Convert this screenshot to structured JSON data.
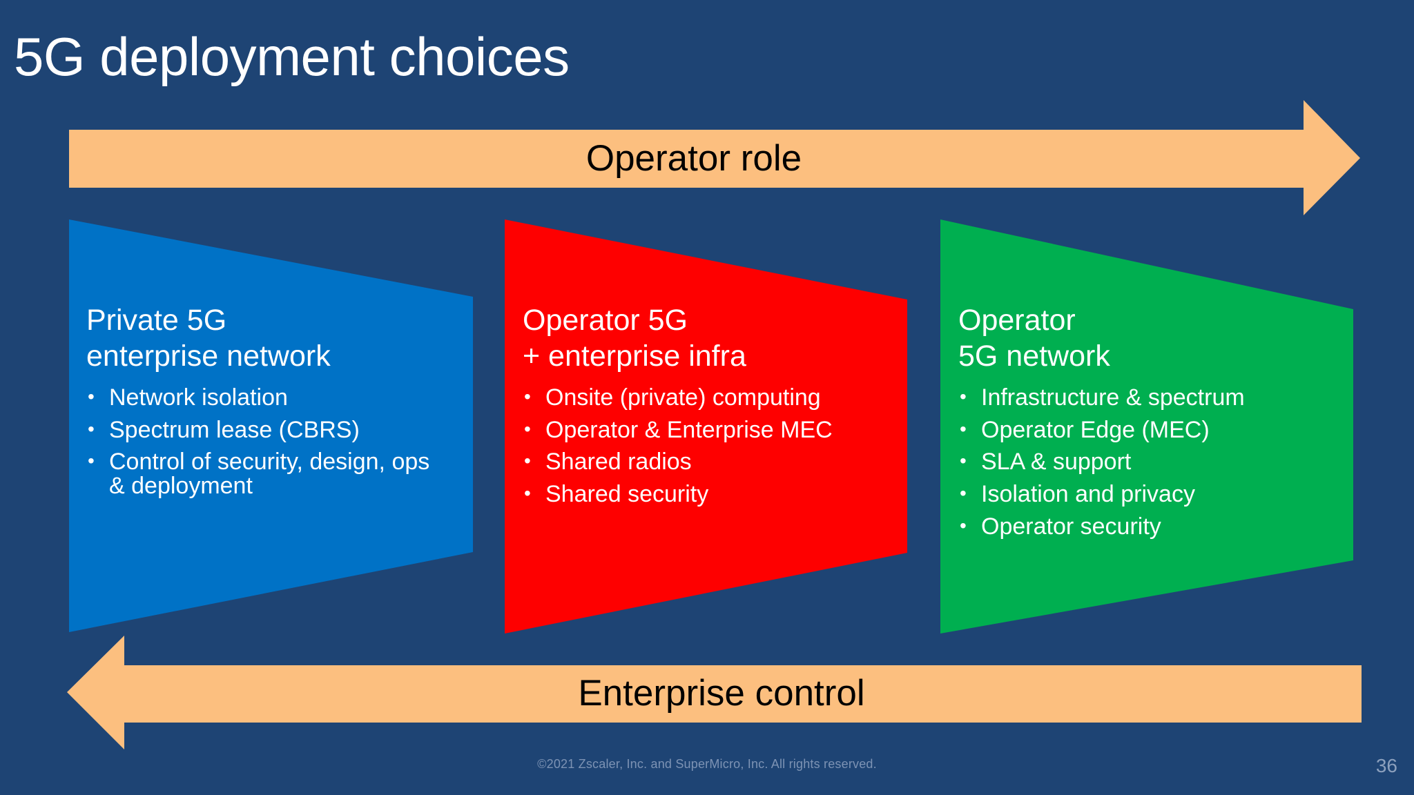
{
  "slide": {
    "title": "5G deployment choices",
    "background_color": "#1e4474"
  },
  "arrows": {
    "top": {
      "label": "Operator role",
      "direction": "right",
      "color": "#fcbf7f",
      "label_color": "#000000"
    },
    "bottom": {
      "label": "Enterprise control",
      "direction": "left",
      "color": "#fcbf7f",
      "label_color": "#000000"
    }
  },
  "panels": [
    {
      "id": "blue",
      "color": "#0072c6",
      "heading": "Private 5G\nenterprise network",
      "bullets": [
        "Network isolation",
        "Spectrum lease (CBRS)",
        "Control of security, design, ops\n& deployment"
      ]
    },
    {
      "id": "red",
      "color": "#fe0000",
      "heading": "Operator 5G\n+ enterprise infra",
      "bullets": [
        "Onsite (private) computing",
        "Operator & Enterprise MEC",
        "Shared radios",
        "Shared security"
      ]
    },
    {
      "id": "green",
      "color": "#00af50",
      "heading": "Operator\n5G network",
      "bullets": [
        "Infrastructure & spectrum",
        "Operator Edge (MEC)",
        "SLA & support",
        "Isolation and privacy",
        "Operator security"
      ]
    }
  ],
  "footer": {
    "copyright": "©2021 Zscaler, Inc. and SuperMicro, Inc. All rights reserved.",
    "page_number": "36"
  }
}
